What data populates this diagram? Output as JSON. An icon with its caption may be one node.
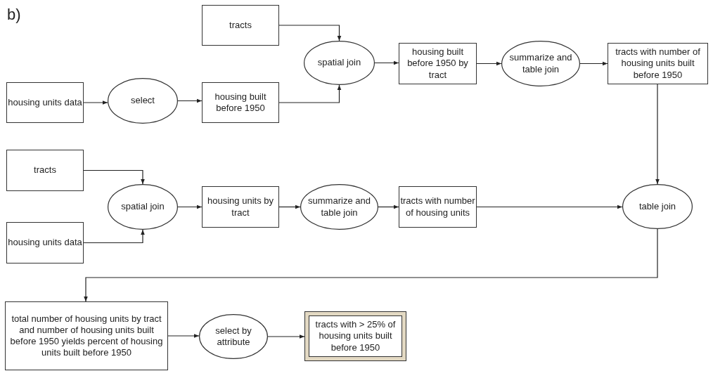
{
  "diagram": {
    "nodes": [
      {
        "text": [
          "tracts"
        ]
      },
      {
        "text": [
          "housing units data"
        ]
      },
      {
        "text": [
          "select"
        ]
      },
      {
        "text": [
          "housing built before 1950"
        ]
      },
      {
        "text": [
          "spatial join"
        ]
      },
      {
        "text": [
          "housing built before 1950 by tract"
        ]
      },
      {
        "text": [
          "summarize and table join"
        ]
      },
      {
        "text": [
          "tracts with number of housing units built before 1950"
        ]
      },
      {
        "text": [
          "tracts"
        ]
      },
      {
        "text": [
          "housing units data"
        ]
      },
      {
        "text": [
          "spatial join"
        ]
      },
      {
        "text": [
          "housing units by tract"
        ]
      },
      {
        "text": [
          "summarize and table join"
        ]
      },
      {
        "text": [
          "tracts with number of housing units"
        ]
      },
      {
        "text": [
          "table join"
        ]
      },
      {
        "text": [
          "total number of housing units by tract and number of housing units built before 1950 yields percent of housing units built before 1950"
        ]
      },
      {
        "text": [
          "select by attribute"
        ]
      },
      {
        "text": [
          "tracts with > 25% of housing units built before 1950"
        ]
      }
    ],
    "edges": [
      {
        "from": 1,
        "to": 2,
        "arrow": "to"
      },
      {
        "from": 2,
        "to": 3,
        "arrow": "to"
      },
      {
        "from": 0,
        "to": 4,
        "arrow": "to"
      },
      {
        "from": 3,
        "to": 4,
        "arrow": "to"
      },
      {
        "from": 4,
        "to": 5,
        "arrow": "to"
      },
      {
        "from": 5,
        "to": 6,
        "arrow": "to"
      },
      {
        "from": 6,
        "to": 7,
        "arrow": "to"
      },
      {
        "from": 7,
        "to": 14,
        "arrow": "to"
      },
      {
        "from": 8,
        "to": 10,
        "arrow": "to"
      },
      {
        "from": 9,
        "to": 10,
        "arrow": "to"
      },
      {
        "from": 10,
        "to": 11,
        "arrow": "to"
      },
      {
        "from": 11,
        "to": 12,
        "arrow": "to"
      },
      {
        "from": 12,
        "to": 13,
        "arrow": "to"
      },
      {
        "from": 13,
        "to": 14,
        "arrow": "to"
      },
      {
        "from": 14,
        "to": 15,
        "arrow": "to"
      },
      {
        "from": 15,
        "to": 16,
        "arrow": "to"
      },
      {
        "from": 16,
        "to": 17,
        "arrow": "to"
      }
    ],
    "labels": [
      "b)"
    ]
  }
}
